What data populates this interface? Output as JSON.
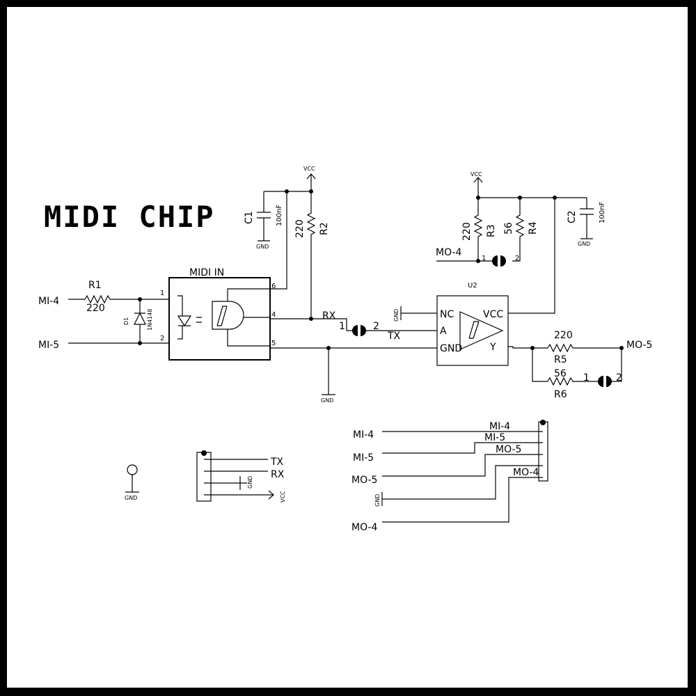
{
  "title": "MIDI CHIP",
  "chips": {
    "midi_in": {
      "label": "MIDI IN",
      "pins": [
        "1",
        "2",
        "4",
        "5",
        "6"
      ]
    },
    "u2": {
      "label": "U2",
      "pins": {
        "nc": "NC",
        "a": "A",
        "gnd": "GND",
        "vcc": "VCC",
        "y": "Y"
      }
    }
  },
  "components": {
    "r1": {
      "ref": "R1",
      "value": "220"
    },
    "r2": {
      "ref": "R2",
      "value": "220"
    },
    "r3": {
      "ref": "R3",
      "value": "220"
    },
    "r4": {
      "ref": "R4",
      "value": "56"
    },
    "r5": {
      "ref": "R5",
      "value": "220"
    },
    "r6": {
      "ref": "R6",
      "value": "56"
    },
    "c1": {
      "ref": "C1",
      "value": "100nF"
    },
    "c2": {
      "ref": "C2",
      "value": "100nF"
    },
    "d1": {
      "ref": "D1",
      "value": "1N4148"
    }
  },
  "nets": {
    "mi4": "MI-4",
    "mi5": "MI-5",
    "mo4": "MO-4",
    "mo5": "MO-5",
    "gnd": "GND",
    "vcc": "VCC",
    "rx": "RX",
    "tx": "TX"
  },
  "jumper_pins": {
    "p1": "1",
    "p2": "2"
  }
}
